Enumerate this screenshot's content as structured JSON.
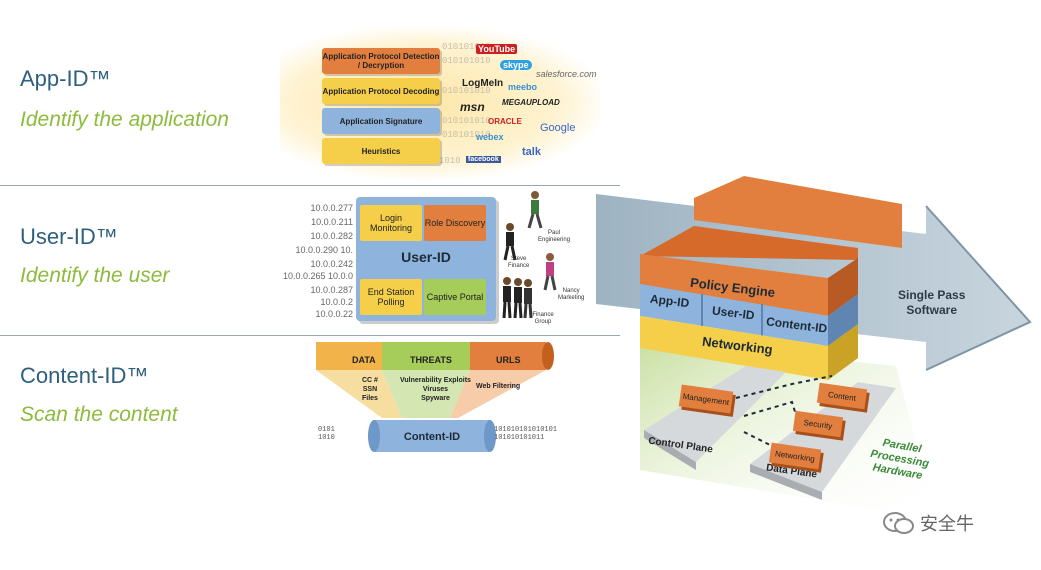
{
  "rows": [
    {
      "title": "App-ID™",
      "subtitle": "Identify the application"
    },
    {
      "title": "User-ID™",
      "subtitle": "Identify the user"
    },
    {
      "title": "Content-ID™",
      "subtitle": "Scan the content"
    }
  ],
  "app_id": {
    "layers": [
      "Application Protocol Detection / Decryption",
      "Application Protocol Decoding",
      "Application Signature",
      "Heuristics"
    ],
    "bits": "010101010",
    "logos": [
      "YouTube",
      "skype",
      "salesforce.com",
      "LogMeIn",
      "meebo",
      "msn",
      "MEGAUPLOAD",
      "ORACLE",
      "webex",
      "Google",
      "facebook",
      "talk"
    ]
  },
  "user_id": {
    "ips": [
      "10.0.0.277",
      "10.0.0.211",
      "10.0.0.282",
      "10.0.0.290  10.",
      "10.0.0.242",
      "10.0.0.265  10.0.0",
      "10.0.0.287",
      "10.0.0.2",
      "10.0.0.22"
    ],
    "title": "User-ID",
    "cells": [
      "Login Monitoring",
      "Role Discovery",
      "End Station Polling",
      "Captive Portal"
    ],
    "people": [
      {
        "name": "Paul",
        "dept": "Engineering"
      },
      {
        "name": "Steve",
        "dept": "Finance"
      },
      {
        "name": "Nancy",
        "dept": "Marketing"
      },
      {
        "name": "",
        "dept": "Finance Group"
      }
    ]
  },
  "content_id": {
    "headers": [
      "DATA",
      "THREATS",
      "URLS"
    ],
    "data_items": "CC #\nSSN\nFiles",
    "threat_items": "Vulnerability Exploits\nViruses\nSpyware",
    "url_items": "Web Filtering",
    "pipe_label": "Content-ID",
    "bits_left": "0101\n1010",
    "bits_right": "101010101010101\n101010101011"
  },
  "engine": {
    "policy": "Policy Engine",
    "ids": [
      "App-ID",
      "User-ID",
      "Content-ID"
    ],
    "networking": "Networking",
    "arrow_label": "Single Pass\nSoftware",
    "parallel_label": "Parallel\nProcessing\nHardware",
    "control_plane": "Control Plane",
    "data_plane": "Data Plane",
    "blocks": [
      "Management",
      "Content",
      "Security",
      "Networking"
    ]
  },
  "watermark": "安全牛",
  "colors": {
    "title_blue": "#2d5f7f",
    "subtitle_green": "#8dbb3c",
    "orange": "#e27f3e",
    "yellow": "#f5cf4a",
    "blue": "#8eb3dc",
    "green": "#a6cc5a"
  }
}
